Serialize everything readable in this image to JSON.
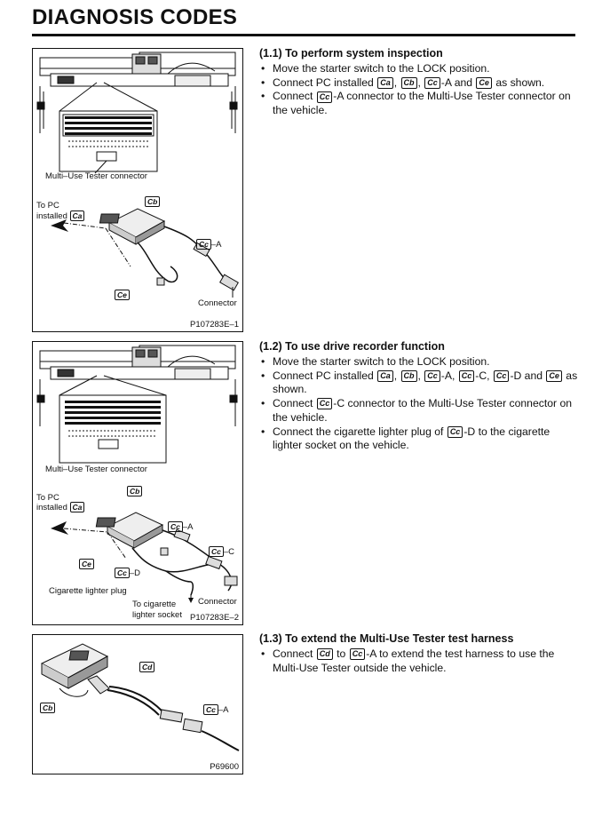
{
  "header": {
    "title": "DIAGNOSIS CODES"
  },
  "figures": {
    "fig1": {
      "labels": {
        "connector_caption": "Multi–Use Tester connector",
        "to_pc": "To PC",
        "installed": "installed",
        "tag_a": "Ca",
        "tag_b": "Cb",
        "tag_c": "Cc",
        "tag_c_suffix": "–A",
        "tag_e": "Ce",
        "connector": "Connector"
      },
      "code": "P107283E–1"
    },
    "fig2": {
      "labels": {
        "connector_caption": "Multi–Use Tester connector",
        "to_pc": "To PC",
        "installed": "installed",
        "tag_a": "Ca",
        "tag_b": "Cb",
        "tag_c1": "Cc",
        "tag_c1_suffix": "–A",
        "tag_c2": "Cc",
        "tag_c2_suffix": "–C",
        "tag_c3": "Cc",
        "tag_c3_suffix": "–D",
        "tag_e": "Ce",
        "cig_plug": "Cigarette lighter plug",
        "to_cig": "To cigarette",
        "lighter_socket": "lighter socket",
        "connector": "Connector"
      },
      "code": "P107283E–2"
    },
    "fig3": {
      "labels": {
        "tag_d": "Cd",
        "tag_b": "Cb",
        "tag_c": "Cc",
        "tag_c_suffix": "–A"
      },
      "code": "P69600"
    }
  },
  "sections": {
    "s1": {
      "heading": "(1.1)  To perform system inspection",
      "bullet": "•",
      "items": [
        {
          "text": "Move the starter switch to the LOCK position."
        },
        {
          "pre": "Connect PC installed ",
          "t1": "Ca",
          "sep1": ", ",
          "t2": "Cb",
          "sep2": ", ",
          "t3": "Cc",
          "mid": "-A and ",
          "t4": "Ce",
          "post": " as shown."
        },
        {
          "pre": "Connect ",
          "t1": "Cc",
          "post": "-A connector to the Multi-Use Tester connector on the vehicle."
        }
      ]
    },
    "s2": {
      "heading": "(1.2)  To use drive recorder function",
      "bullet": "•",
      "items": [
        {
          "text": "Move the starter switch to the LOCK position."
        },
        {
          "pre": "Connect PC installed ",
          "t1": "Ca",
          "sep1": ", ",
          "t2": "Cb",
          "sep2": ", ",
          "t3": "Cc",
          "s3": "-A, ",
          "t4": "Cc",
          "s4": "-C, ",
          "t5": "Cc",
          "s5": "-D and ",
          "t6": "Ce",
          "post": " as shown."
        },
        {
          "pre": "Connect ",
          "t1": "Cc",
          "post": "-C connector to the Multi-Use Tester connector on the vehicle."
        },
        {
          "pre": "Connect the cigarette lighter plug of ",
          "t1": "Cc",
          "post": "-D to the cigarette lighter socket on the vehicle."
        }
      ]
    },
    "s3": {
      "heading": "(1.3)  To extend the Multi-Use Tester test harness",
      "bullet": "•",
      "items": [
        {
          "pre": "Connect ",
          "t1": "Cd",
          "mid": " to ",
          "t2": "Cc",
          "post": "-A to extend the test harness to use the Multi-Use Tester outside the vehicle."
        }
      ]
    }
  }
}
